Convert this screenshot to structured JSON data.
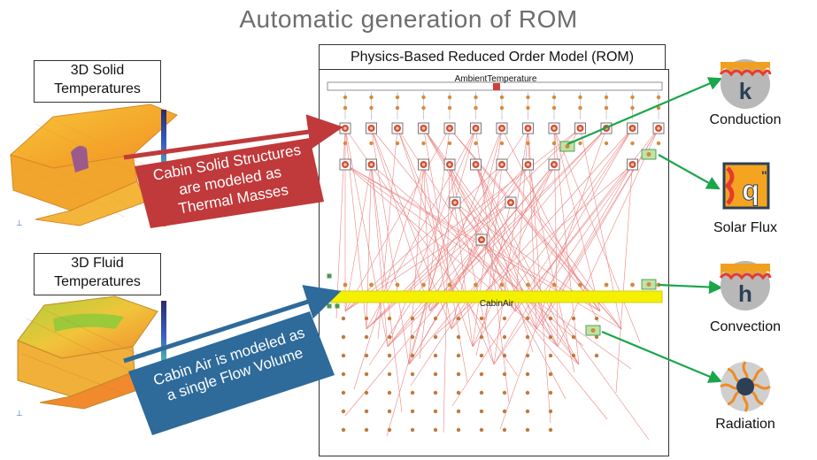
{
  "title": "Automatic generation of ROM",
  "left_panels": {
    "solid": {
      "label_line1": "3D Solid",
      "label_line2": "Temperatures"
    },
    "fluid": {
      "label_line1": "3D Fluid",
      "label_line2": "Temperatures"
    }
  },
  "callouts": {
    "solid": {
      "line1": "Cabin Solid Structures",
      "line2": "are modeled as",
      "line3": "Thermal Masses",
      "color": "#c0393b"
    },
    "air": {
      "line1": "Cabin Air is modeled as",
      "line2": "a single Flow Volume",
      "color": "#2e6a9a"
    }
  },
  "rom": {
    "title": "Physics-Based Reduced Order Model (ROM)",
    "ambient_label": "AmbientTemperature",
    "cabin_label": "CabinAir"
  },
  "right_icons": [
    {
      "label": "Conduction",
      "icon": "conduction-k-icon",
      "glyph": "k"
    },
    {
      "label": "Solar Flux",
      "icon": "solar-flux-q-icon",
      "glyph": "q"
    },
    {
      "label": "Convection",
      "icon": "convection-h-icon",
      "glyph": "h"
    },
    {
      "label": "Radiation",
      "icon": "radiation-icon",
      "glyph": ""
    }
  ],
  "colors": {
    "arrow_green": "#1aa64a",
    "arrow_red": "#c0393b",
    "arrow_blue": "#2e6a9a",
    "cabin_bar": "#f5f000",
    "link_red": "#e35d5d"
  }
}
